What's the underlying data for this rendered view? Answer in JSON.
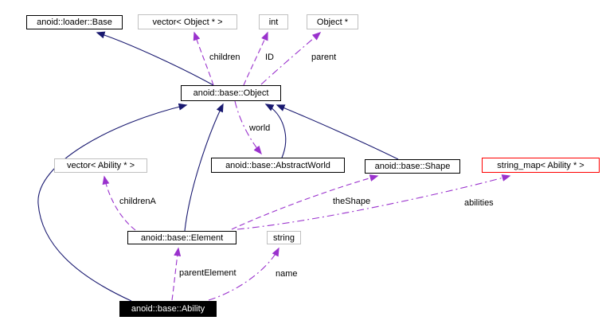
{
  "diagram_type": "uml-collaboration-graph",
  "colors": {
    "background": "#ffffff",
    "inheritance_edge": "#191970",
    "usage_edge": "#9a32cd",
    "class_border": "#000000",
    "template_border": "#c0c0c0",
    "highlight_border": "#ff0000",
    "focus_node_bg": "#000000",
    "focus_node_text": "#ffffff"
  },
  "nodes": [
    {
      "id": "loader-base",
      "label": "anoid::loader::Base",
      "style": "class"
    },
    {
      "id": "vector-object",
      "label": "vector< Object * >",
      "style": "template"
    },
    {
      "id": "int",
      "label": "int",
      "style": "template"
    },
    {
      "id": "object-ptr",
      "label": "Object *",
      "style": "template"
    },
    {
      "id": "object",
      "label": "anoid::base::Object",
      "style": "class"
    },
    {
      "id": "vector-ability",
      "label": "vector< Ability * >",
      "style": "template"
    },
    {
      "id": "abstract-world",
      "label": "anoid::base::AbstractWorld",
      "style": "class"
    },
    {
      "id": "shape",
      "label": "anoid::base::Shape",
      "style": "class"
    },
    {
      "id": "string-map",
      "label": "string_map< Ability * >",
      "style": "external"
    },
    {
      "id": "element",
      "label": "anoid::base::Element",
      "style": "class"
    },
    {
      "id": "string",
      "label": "string",
      "style": "template"
    },
    {
      "id": "ability",
      "label": "anoid::base::Ability",
      "style": "focus"
    }
  ],
  "edge_labels": {
    "children": "children",
    "id": "ID",
    "parent": "parent",
    "world": "world",
    "childrenA": "childrenA",
    "theShape": "theShape",
    "abilities": "abilities",
    "parentElement": "parentElement",
    "name": "name"
  },
  "edges": [
    {
      "from": "object",
      "to": "loader-base",
      "type": "inheritance",
      "label": ""
    },
    {
      "from": "element",
      "to": "object",
      "type": "inheritance",
      "label": ""
    },
    {
      "from": "abstract-world",
      "to": "object",
      "type": "inheritance",
      "label": ""
    },
    {
      "from": "shape",
      "to": "object",
      "type": "inheritance",
      "label": ""
    },
    {
      "from": "ability",
      "to": "object",
      "type": "inheritance",
      "label": ""
    },
    {
      "from": "object",
      "to": "vector-object",
      "type": "usage",
      "label": "children"
    },
    {
      "from": "object",
      "to": "int",
      "type": "usage",
      "label": "ID"
    },
    {
      "from": "object",
      "to": "object-ptr",
      "type": "usage",
      "label": "parent"
    },
    {
      "from": "object",
      "to": "abstract-world",
      "type": "usage",
      "label": "world"
    },
    {
      "from": "element",
      "to": "vector-ability",
      "type": "usage",
      "label": "childrenA"
    },
    {
      "from": "element",
      "to": "shape",
      "type": "usage",
      "label": "theShape"
    },
    {
      "from": "element",
      "to": "string-map",
      "type": "usage",
      "label": "abilities"
    },
    {
      "from": "ability",
      "to": "element",
      "type": "usage",
      "label": "parentElement"
    },
    {
      "from": "ability",
      "to": "string",
      "type": "usage",
      "label": "name"
    }
  ]
}
